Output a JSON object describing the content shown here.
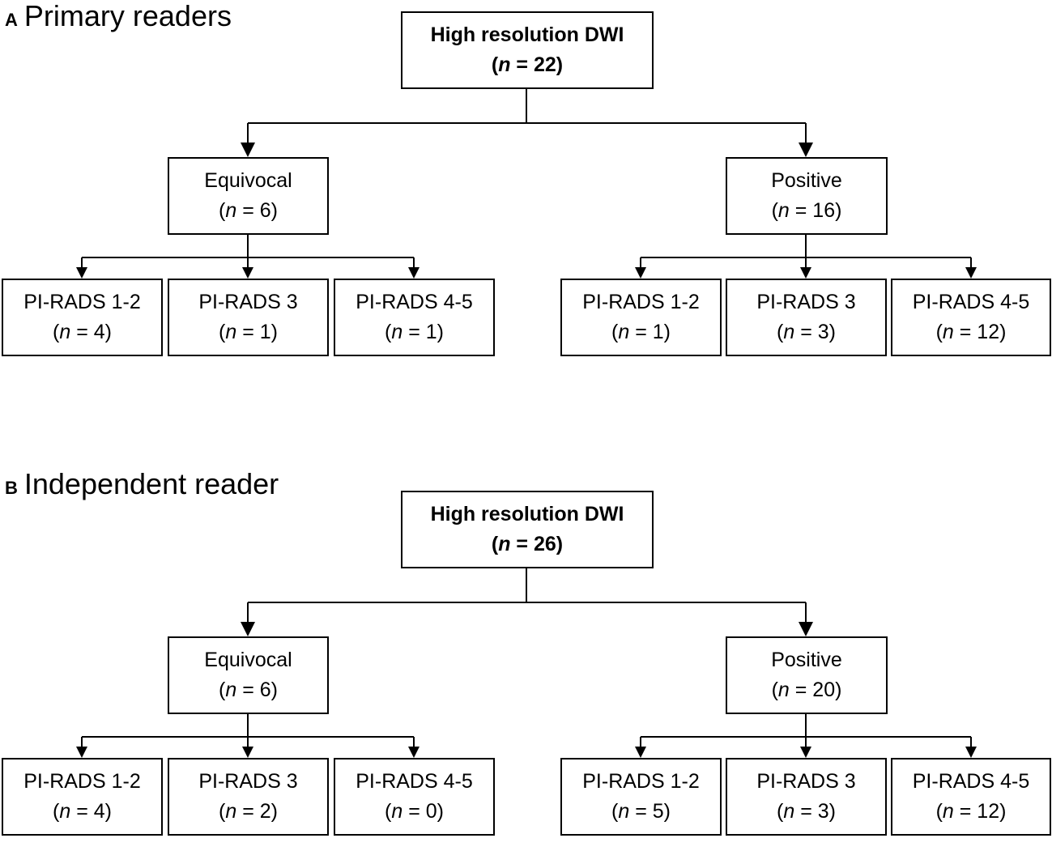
{
  "panels": [
    {
      "letter": "A",
      "heading": "Primary readers",
      "root": {
        "label": "High resolution DWI",
        "n": "22"
      },
      "branches": [
        {
          "label": "Equivocal",
          "n": "6",
          "children": [
            {
              "label": "PI-RADS 1-2",
              "n": "4"
            },
            {
              "label": "PI-RADS 3",
              "n": "1"
            },
            {
              "label": "PI-RADS 4-5",
              "n": "1"
            }
          ]
        },
        {
          "label": "Positive",
          "n": "16",
          "children": [
            {
              "label": "PI-RADS 1-2",
              "n": "1"
            },
            {
              "label": "PI-RADS 3",
              "n": "3"
            },
            {
              "label": "PI-RADS 4-5",
              "n": "12"
            }
          ]
        }
      ]
    },
    {
      "letter": "B",
      "heading": "Independent reader",
      "root": {
        "label": "High resolution DWI",
        "n": "26"
      },
      "branches": [
        {
          "label": "Equivocal",
          "n": "6",
          "children": [
            {
              "label": "PI-RADS 1-2",
              "n": "4"
            },
            {
              "label": "PI-RADS 3",
              "n": "2"
            },
            {
              "label": "PI-RADS 4-5",
              "n": "0"
            }
          ]
        },
        {
          "label": "Positive",
          "n": "20",
          "children": [
            {
              "label": "PI-RADS 1-2",
              "n": "5"
            },
            {
              "label": "PI-RADS 3",
              "n": "3"
            },
            {
              "label": "PI-RADS 4-5",
              "n": "12"
            }
          ]
        }
      ]
    }
  ]
}
